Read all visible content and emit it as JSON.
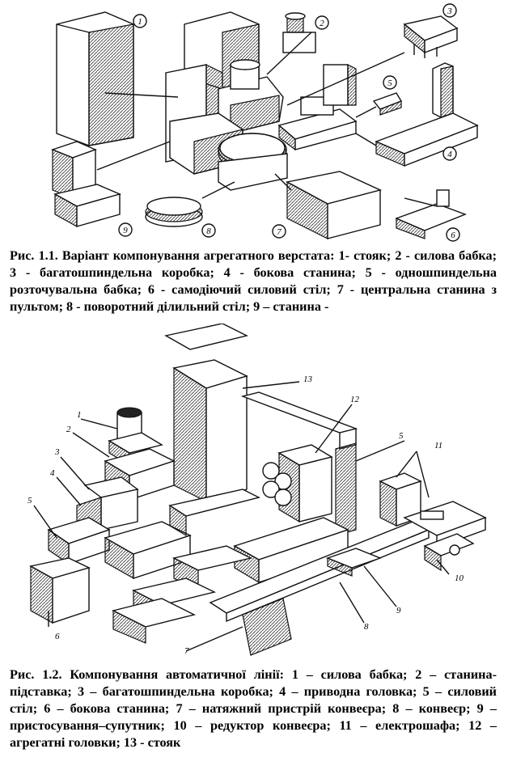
{
  "figure1": {
    "caption": "Рис. 1.1. Варіант компонування агрегатного верстата: 1- стояк; 2 - силова бабка; 3 - багатошпиндельна коробка; 4 - бокова станина; 5 - одношпиндельна розточувальна бабка; 6 - самодіючий силовий стіл; 7 - центральна станина з пультом; 8 - поворотний ділильний стіл; 9 – станина -",
    "callouts": [
      "1",
      "2",
      "3",
      "4",
      "5",
      "6",
      "7",
      "8",
      "9"
    ]
  },
  "figure2": {
    "caption": "Рис. 1.2. Компонування автоматичної лінії: 1 – силова бабка; 2 – станина-підставка; 3 – багатошпиндельна коробка; 4 – приводна головка; 5 – силовий стіл; 6 – бокова станина; 7 – натяжний пристрій конвеєра; 8 – конвеєр; 9 – пристосування–супутник; 10 – редуктор конвеєра; 11 – електрошафа; 12 – агрегатні головки; 13 - стояк",
    "callouts": [
      "1",
      "2",
      "3",
      "4",
      "5",
      "5",
      "6",
      "7",
      "8",
      "9",
      "10",
      "11",
      "12",
      "13"
    ]
  }
}
